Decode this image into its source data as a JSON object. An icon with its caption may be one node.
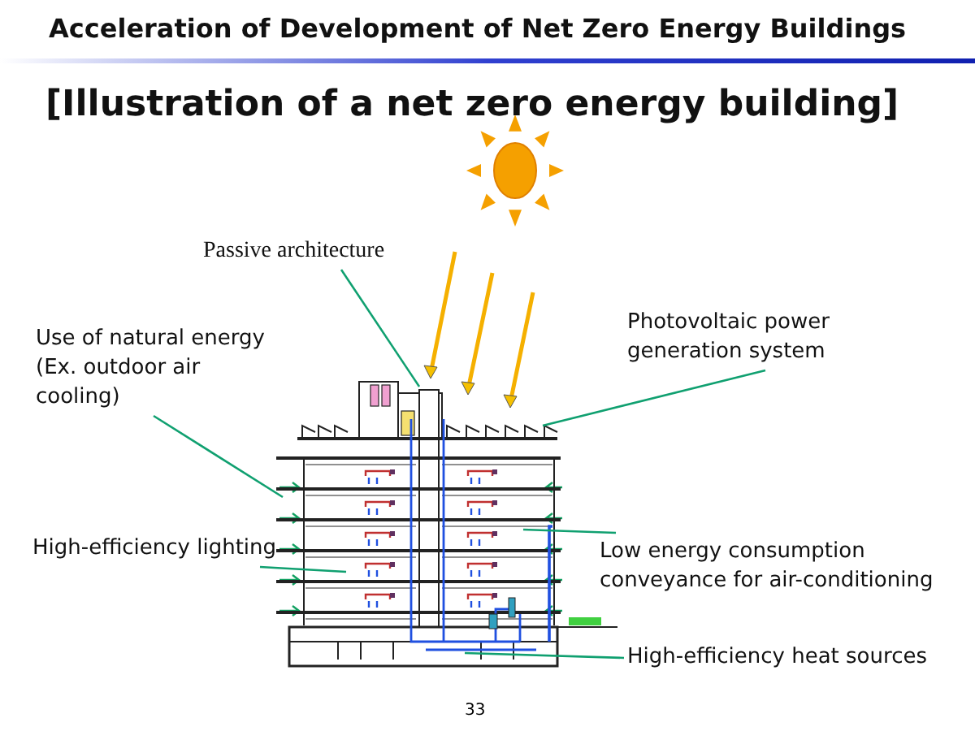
{
  "diagram": {
    "title": "Acceleration of Development of Net Zero Energy Buildings",
    "nodes": [
      {
        "text": [
          "Passive architecture"
        ]
      },
      {
        "text": [
          "Use of natural energy (Ex. outdoor air cooling)"
        ]
      },
      {
        "text": [
          "Photovoltaic power generation system"
        ]
      },
      {
        "text": [
          "High-efficiency lighting"
        ]
      },
      {
        "text": [
          "Low energy consumption conveyance for air-conditioning"
        ]
      },
      {
        "text": [
          "High-efficiency heat sources"
        ]
      }
    ],
    "edges": [
      {
        "from": 0,
        "to": null,
        "arrow": "none"
      },
      {
        "from": 1,
        "to": null,
        "arrow": "none"
      },
      {
        "from": 2,
        "to": null,
        "arrow": "none"
      },
      {
        "from": 3,
        "to": null,
        "arrow": "none"
      },
      {
        "from": 4,
        "to": null,
        "arrow": "none"
      },
      {
        "from": 5,
        "to": null,
        "arrow": "none"
      }
    ],
    "labels": [
      "[Illustration of a net zero energy building]",
      "33"
    ]
  }
}
